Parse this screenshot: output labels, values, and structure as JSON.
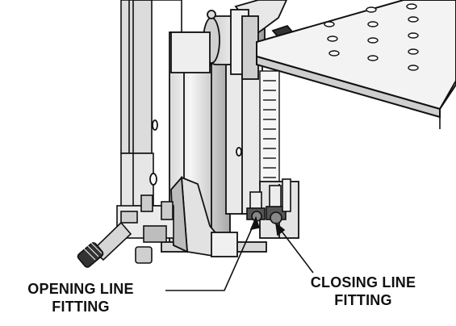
{
  "callouts": {
    "opening": {
      "line1": "OPENING LINE",
      "line2": "FITTING"
    },
    "closing": {
      "line1": "CLOSING LINE",
      "line2": "FITTING"
    }
  },
  "colors": {
    "ink": "#111111",
    "paper": "#ffffff",
    "metal_light": "#e3e3e3",
    "metal_mid": "#bdbdbd",
    "metal_dark": "#8c8c8c",
    "fitting_dark": "#333333"
  }
}
